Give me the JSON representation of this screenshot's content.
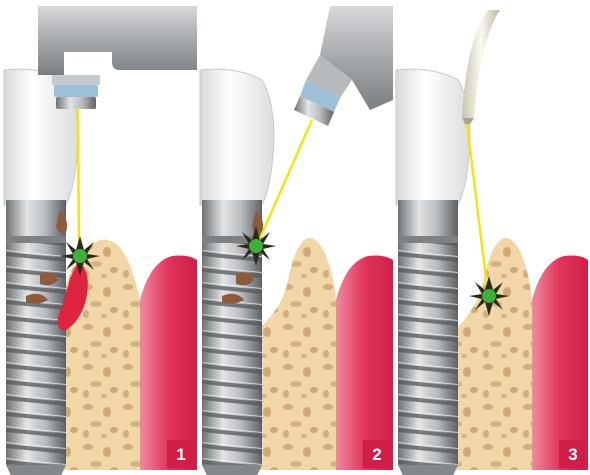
{
  "figure": {
    "panels": [
      {
        "number": "1"
      },
      {
        "number": "2"
      },
      {
        "number": "3"
      }
    ]
  },
  "colors": {
    "background": "#ffffff",
    "bone": "#f1d6a8",
    "bone_pore": "#c9a373",
    "gum": "#de2a55",
    "gum_light": "#f07a93",
    "crown": "#f2f2f2",
    "implant_metal": "#a7aaad",
    "laser_beam": "#f5e312",
    "laser_spot": "#3fae3a",
    "inflamed_tissue": "#e0243f",
    "debris": "#8d5a3b",
    "handpiece": "#c4c6c8",
    "fiber_tip": "#ece8d8"
  },
  "icons": [
    "laser-handpiece-icon",
    "laser-fiber-tip-icon",
    "laser-spot-icon",
    "dental-implant-icon"
  ]
}
